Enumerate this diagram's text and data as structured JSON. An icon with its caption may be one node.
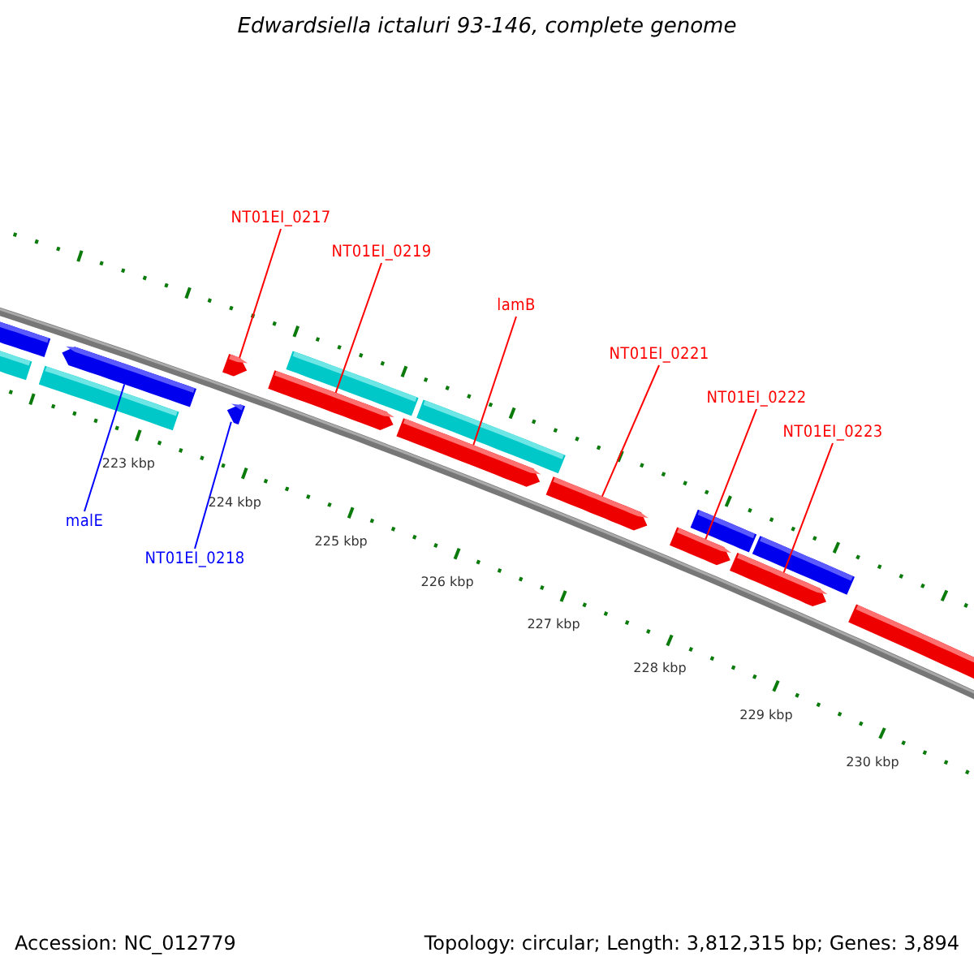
{
  "diagram": {
    "title": "Edwardsiella ictaluri 93-146, complete genome",
    "nodes": [
      {
        "text": [
          "NT01EI_0217"
        ]
      },
      {
        "text": [
          "NT01EI_0219"
        ]
      },
      {
        "text": [
          "lamB"
        ]
      },
      {
        "text": [
          "NT01EI_0221"
        ]
      },
      {
        "text": [
          "NT01EI_0222"
        ]
      },
      {
        "text": [
          "NT01EI_0223"
        ]
      },
      {
        "text": [
          "malE"
        ]
      },
      {
        "text": [
          "NT01EI_0218"
        ]
      },
      {
        "text": [],
        "shape": "bar"
      },
      {
        "text": [],
        "shape": "bar"
      },
      {
        "text": [],
        "shape": "bar"
      },
      {
        "text": [],
        "shape": "bar"
      },
      {
        "text": [],
        "shape": "bar"
      },
      {
        "text": [],
        "shape": "bar"
      },
      {
        "text": [],
        "shape": "bar"
      },
      {
        "text": [],
        "shape": "bar"
      }
    ],
    "edges": [
      {
        "from": 0,
        "to": 9,
        "arrow": "none"
      },
      {
        "from": 1,
        "to": 11,
        "arrow": "none"
      },
      {
        "from": 2,
        "to": 12,
        "arrow": "none"
      },
      {
        "from": 3,
        "to": 13,
        "arrow": "none"
      },
      {
        "from": 4,
        "to": 14,
        "arrow": "none"
      },
      {
        "from": 5,
        "to": 15,
        "arrow": "none"
      },
      {
        "from": 6,
        "to": 8,
        "arrow": "none",
        "color": "#0000ff"
      },
      {
        "from": 7,
        "to": 10,
        "arrow": "none",
        "color": "#0000ff"
      }
    ],
    "labels": [
      "223 kbp",
      "224 kbp",
      "225 kbp",
      "226 kbp",
      "227 kbp",
      "228 kbp",
      "229 kbp",
      "230 kbp",
      "Accession: NC_012779",
      "Topology: circular; Length: 3,812,315 bp; Genes: 3,894"
    ]
  }
}
